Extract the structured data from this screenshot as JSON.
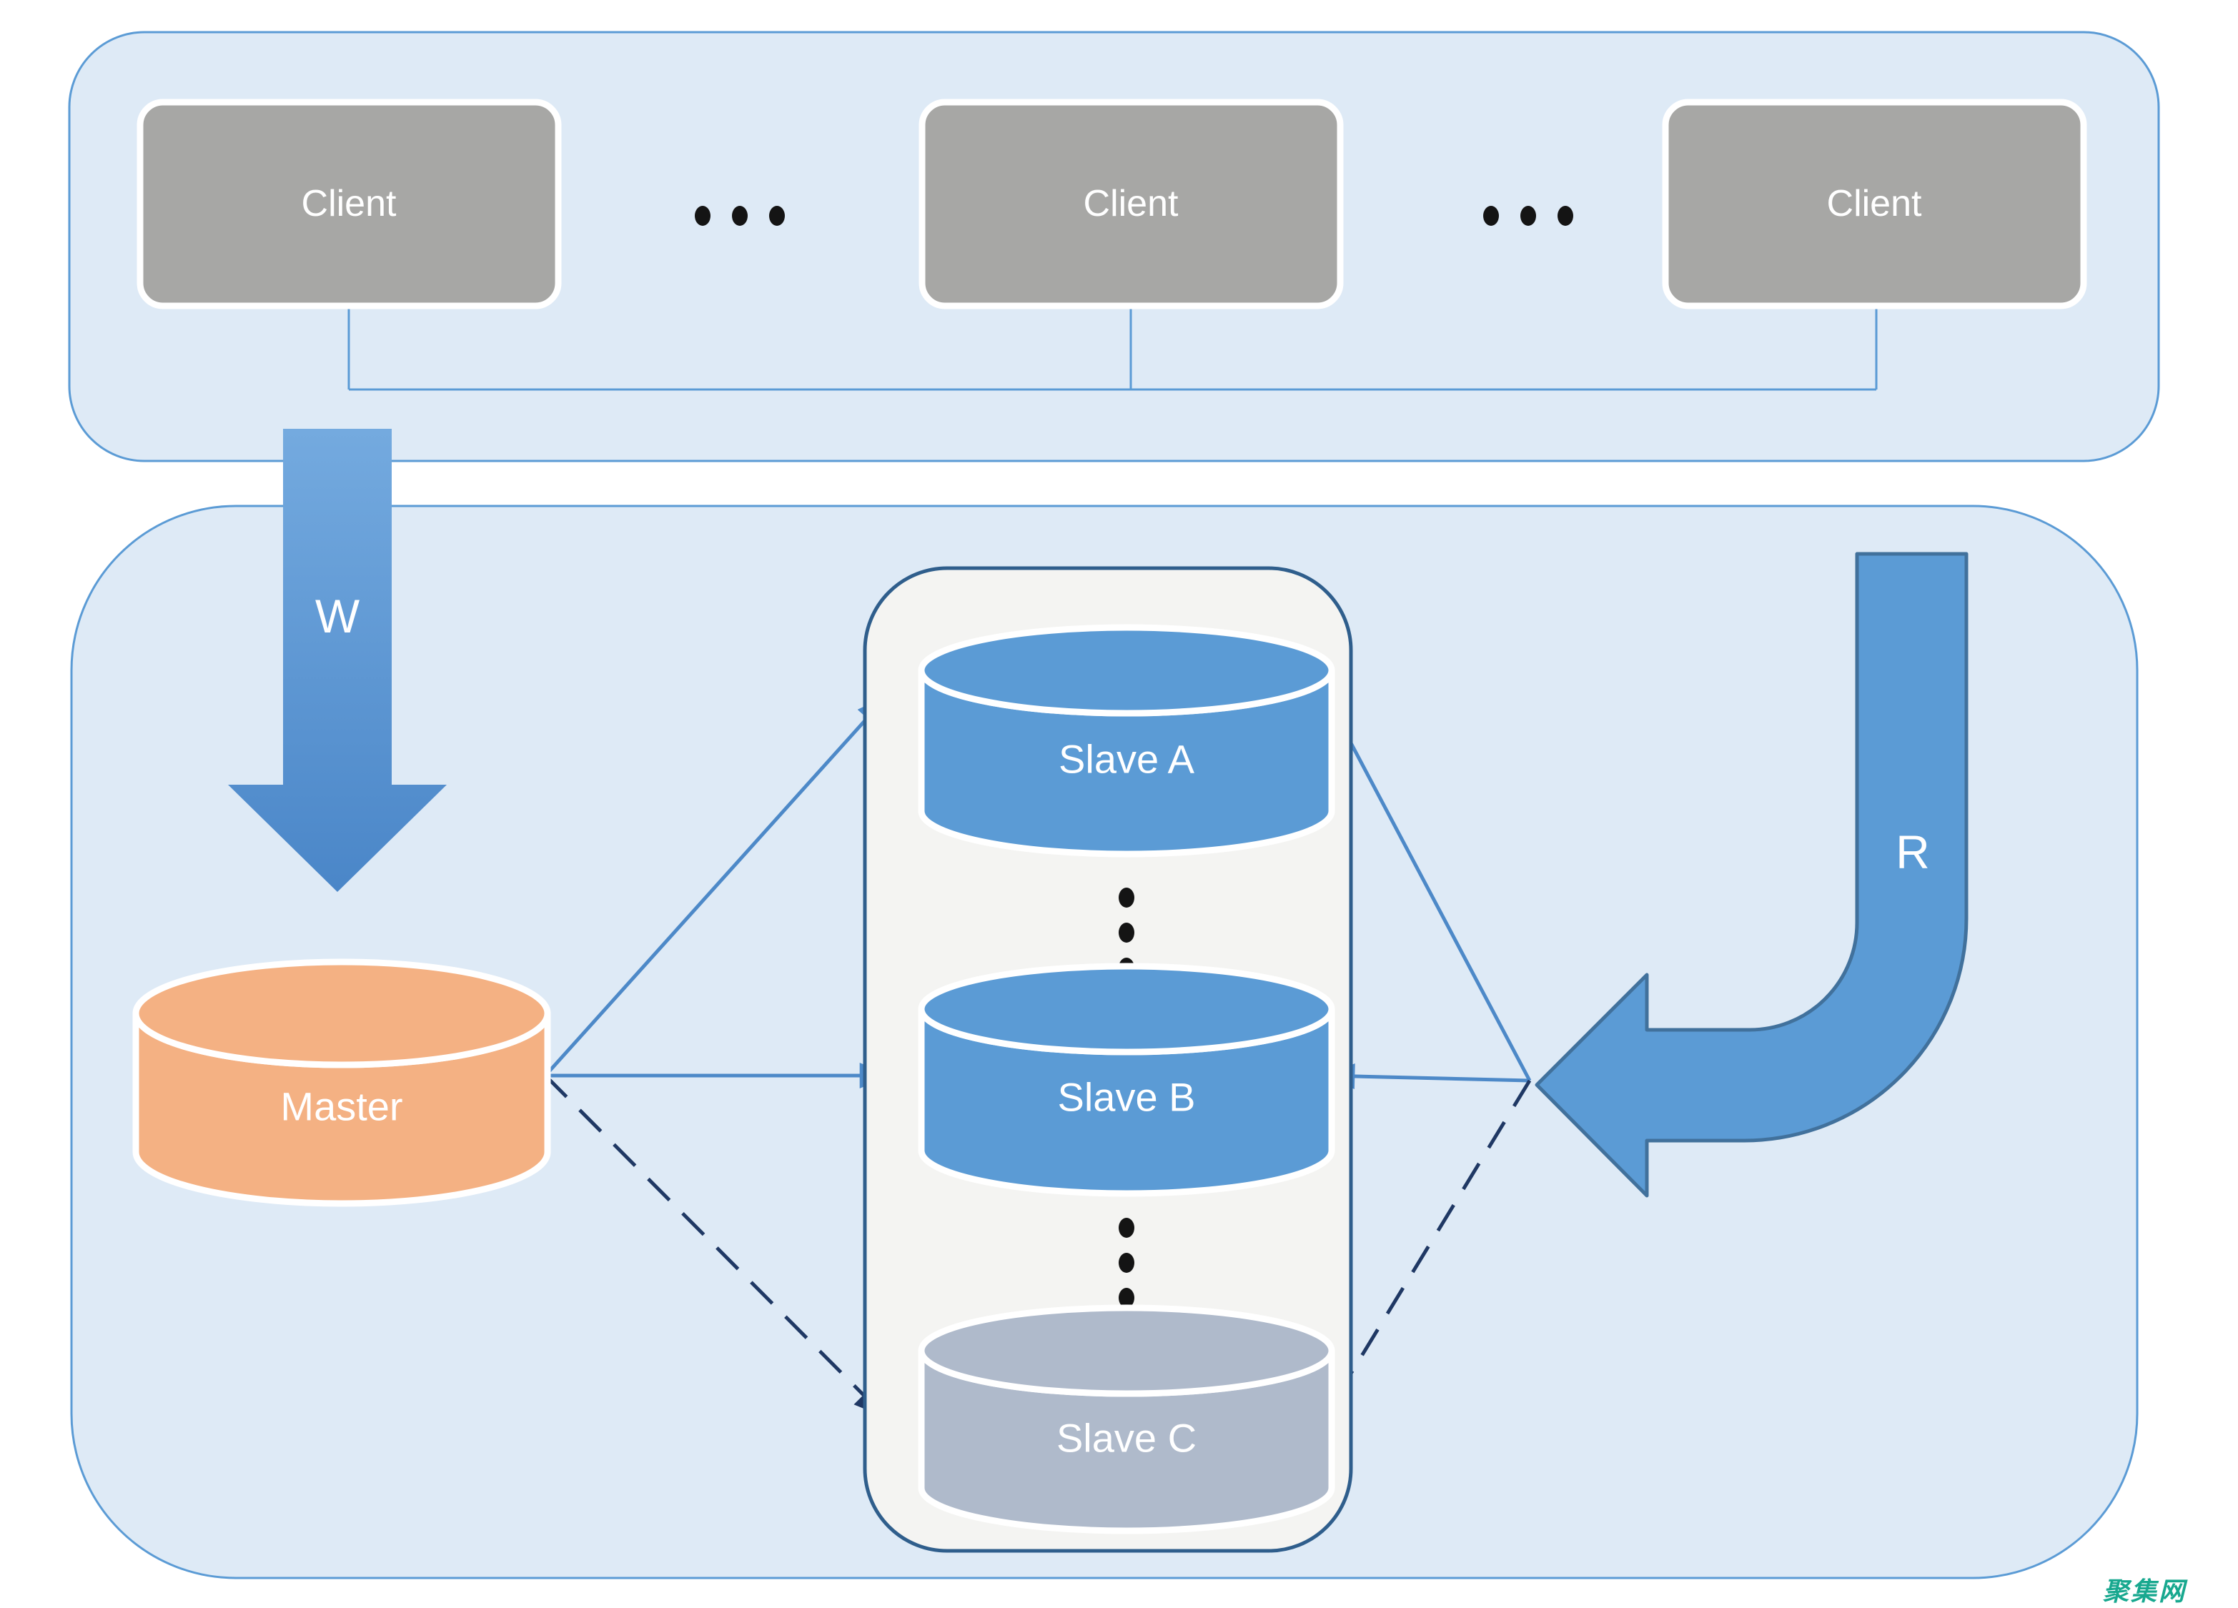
{
  "clients": [
    {
      "label": "Client"
    },
    {
      "label": "Client"
    },
    {
      "label": "Client"
    }
  ],
  "icons": {
    "horizontal_ellipsis": "...",
    "vertical_ellipsis": "⋮"
  },
  "arrows": {
    "write_label": "W",
    "read_label": "R"
  },
  "master": {
    "label": "Master"
  },
  "slaves": [
    {
      "label": "Slave A"
    },
    {
      "label": "Slave B"
    },
    {
      "label": "Slave C"
    }
  ],
  "watermark": {
    "text": "聚集网"
  },
  "colors": {
    "zone_fill": "#DEEAF6",
    "zone_border": "#5B9BD5",
    "client_fill": "#A7A7A5",
    "master_fill": "#F4B183",
    "slave_fill": "#5B9BD5",
    "slave_inactive_fill": "#AFBACB",
    "arrow_fill": "#5B9BD5",
    "arrow_border": "#41719C",
    "solid_link": "#4D89C8",
    "dashed_link": "#1F3864",
    "slave_group_fill": "#F4F4F2",
    "slave_group_border": "#2F5E8C",
    "dot_color": "#141414",
    "watermark_color": "#18A88F"
  }
}
